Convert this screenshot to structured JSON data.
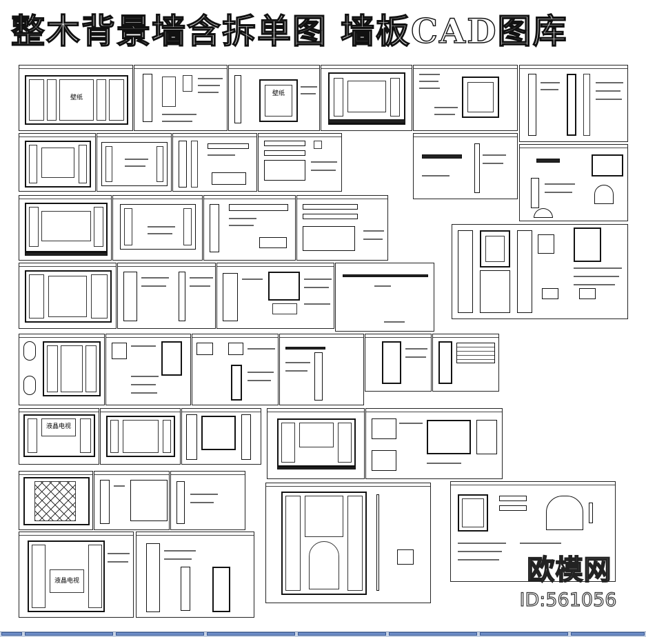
{
  "title": "整木背景墙含拆单图  墙板CAD图库",
  "watermark": {
    "logo_text": "欧模网",
    "id_text": "ID:561056"
  },
  "panel_labels": {
    "p1": "壁纸",
    "p3": "壁纸",
    "p17": "液晶电视",
    "p23": "液晶电视"
  },
  "taskbar_buttons": 8
}
